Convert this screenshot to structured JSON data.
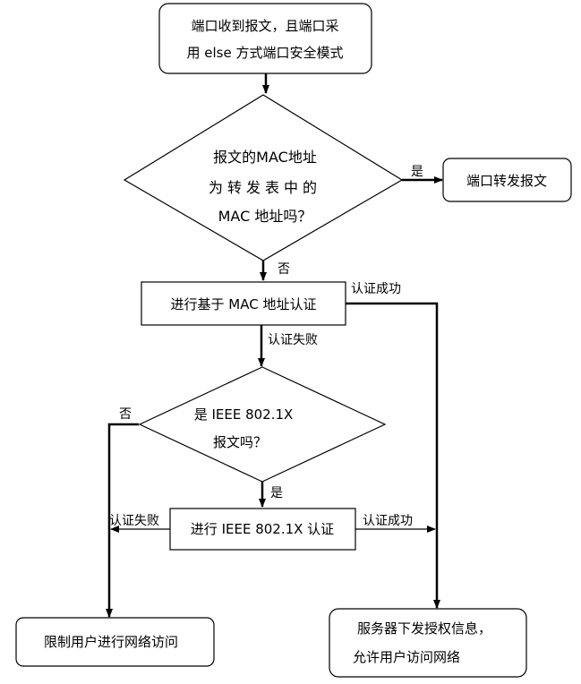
{
  "nodes": {
    "start": {
      "line1": "端口收到报文，且端口采",
      "line2": "用 else 方式端口安全模式"
    },
    "decision_mac": {
      "line1": "报文的MAC地址",
      "line2": "为转发表中的",
      "line3": "MAC 地址吗？"
    },
    "forward": {
      "label": "端口转发报文"
    },
    "mac_auth": {
      "label": "进行基于 MAC 地址认证"
    },
    "decision_8021x": {
      "line1": "是 IEEE 802.1X",
      "line2": "报文吗？"
    },
    "auth_8021x": {
      "label": "进行 IEEE 802.1X 认证"
    },
    "restrict": {
      "label": "限制用户进行网络访问"
    },
    "server": {
      "line1": "服务器下发授权信息，",
      "line2": "允许用户访问网络"
    }
  },
  "edges": {
    "mac_yes": "是",
    "mac_no": "否",
    "mac_auth_success": "认证成功",
    "mac_auth_fail": "认证失败",
    "x8021_no": "否",
    "x8021_yes": "是",
    "x8021_fail": "认证失败",
    "x8021_success": "认证成功"
  }
}
